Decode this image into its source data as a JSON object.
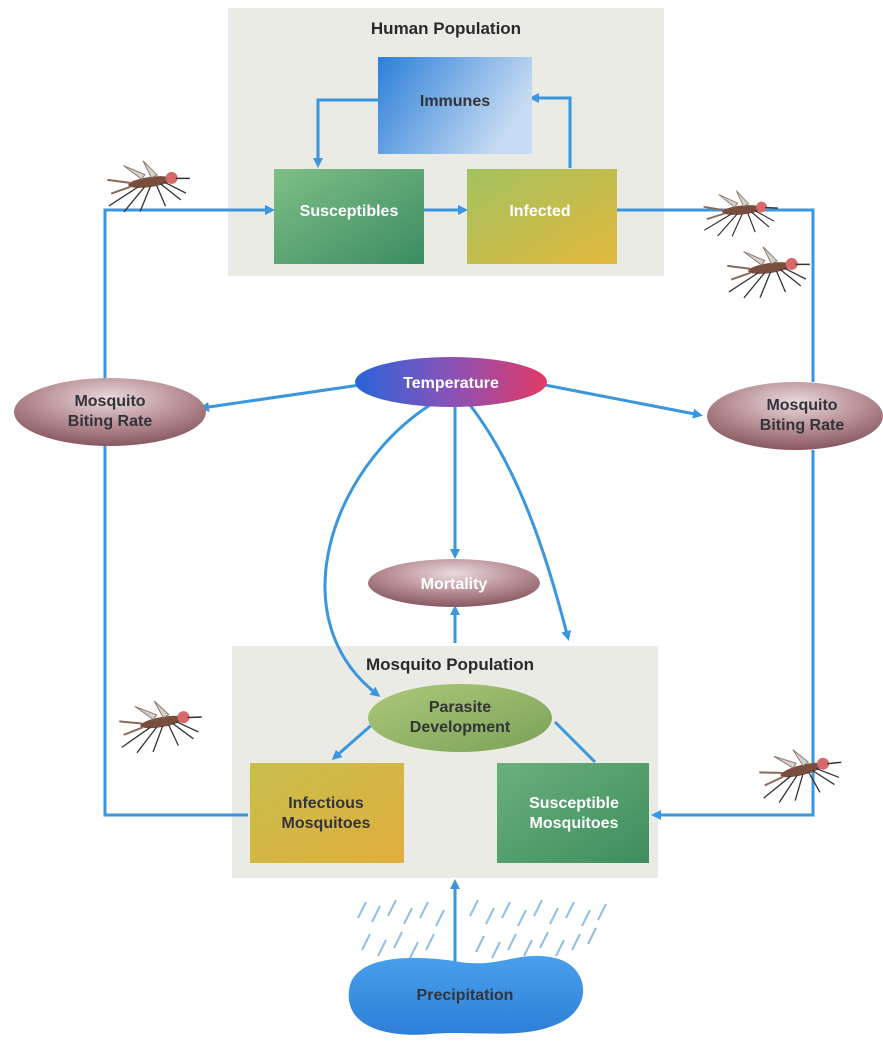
{
  "diagram": {
    "human_population": {
      "title": "Human Population",
      "immunes": "Immunes",
      "susceptibles": "Susceptibles",
      "infected": "Infected"
    },
    "temperature": "Temperature",
    "biting_rate_left": [
      "Mosquito",
      "Biting Rate"
    ],
    "biting_rate_right": [
      "Mosquito",
      "Biting Rate"
    ],
    "mortality": "Mortality",
    "mosquito_population": {
      "title": "Mosquito Population",
      "parasite_development": [
        "Parasite",
        "Development"
      ],
      "infectious_mosquitoes": [
        "Infectious",
        "Mosquitoes"
      ],
      "susceptible_mosquitoes": [
        "Susceptible",
        "Mosquitoes"
      ]
    },
    "precipitation": "Precipitation",
    "icons": [
      "mosquito-icon",
      "rain-icon",
      "arrow-icon"
    ],
    "colors": {
      "arrow": "#3a96de",
      "panel": "#ebebe6",
      "box_green": "#4f9f6e",
      "box_yellow": "#c8b846",
      "box_blue": "#3c92e0",
      "oval_mauve": "#9a6a72",
      "oval_green": "#8cb060",
      "precipitation": "#3f95e6"
    }
  }
}
